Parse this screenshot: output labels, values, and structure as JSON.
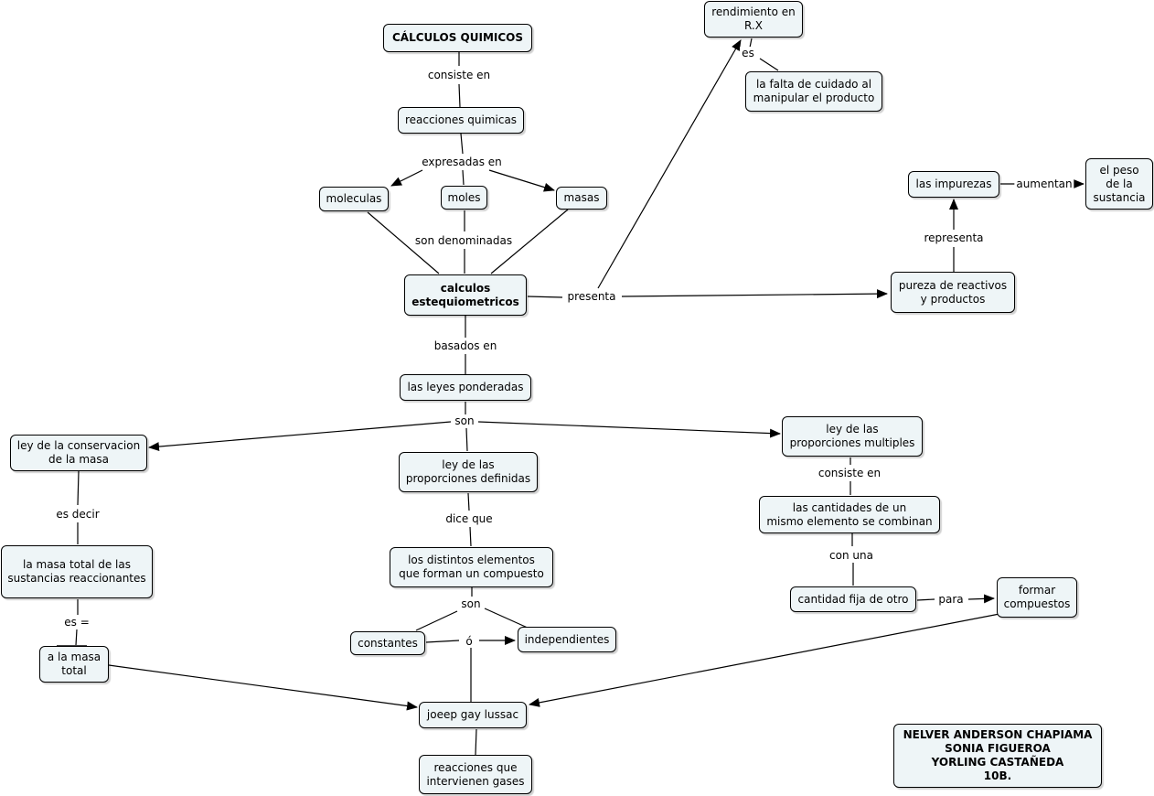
{
  "nodes": {
    "calculos_quimicos": "CÁLCULOS QUIMICOS",
    "reacciones_quimicas": "reacciones quimicas",
    "moleculas": "moleculas",
    "moles": "moles",
    "masas": "masas",
    "calculos_estequiometricos": "calculos\nestequiometricos",
    "rendimiento": "rendimiento en\nR.X",
    "falta_cuidado": "la falta de cuidado al\nmanipular el producto",
    "impurezas": "las impurezas",
    "peso_sustancia": "el peso\nde la\nsustancia",
    "pureza": "pureza de reactivos\ny productos",
    "leyes_ponderadas": "las leyes ponderadas",
    "ley_conservacion": "ley de la conservacion\nde la masa",
    "ley_definidas": "ley de las\nproporciones definidas",
    "ley_multiples": "ley de las\nproporciones multiples",
    "masa_total_sustancias": "la masa total de las\nsustancias reaccionantes",
    "a_la_masa_total": "a la masa\ntotal",
    "distintos_elementos": "los distintos elementos\nque forman un compuesto",
    "constantes": "constantes",
    "independientes": "independientes",
    "joeep": "joeep gay lussac",
    "reacciones_gases": "reacciones que\nintervienen gases",
    "cantidades": "las cantidades de un\nmismo elemento se combinan",
    "cantidad_fija": "cantidad fija de otro",
    "formar_compuestos": "formar\ncompuestos",
    "autores": "NELVER ANDERSON CHAPIAMA\nSONIA FIGUEROA\nYORLING CASTAÑEDA\n10B."
  },
  "links": {
    "consiste_en_1": "consiste en",
    "expresadas_en": "expresadas en",
    "son_denominadas": "son denominadas",
    "presenta": "presenta",
    "es": "es",
    "aumentan": "aumentan",
    "representa": "representa",
    "basados_en": "basados en",
    "son_1": "son",
    "es_decir": "es decir",
    "es_igual": "es =",
    "dice_que": "dice que",
    "son_2": "son",
    "o": "ó",
    "consiste_en_2": "consiste en",
    "con_una": "con una",
    "para": "para"
  }
}
